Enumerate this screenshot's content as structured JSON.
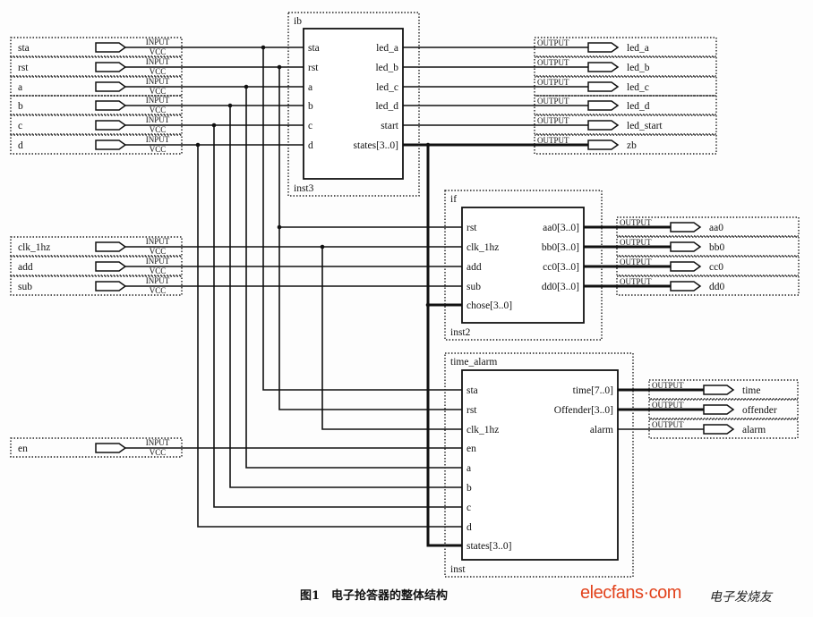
{
  "inputs_top": [
    "sta",
    "rst",
    "a",
    "b",
    "c",
    "d"
  ],
  "inputs_bottom": [
    "clk_1hz",
    "add",
    "sub"
  ],
  "input_en": "en",
  "pin_input_label": "INPUT",
  "pin_vcc_label": "VCC",
  "pin_output_label": "OUTPUT",
  "block_ib": {
    "name": "ib",
    "instance": "inst3",
    "inputs": [
      "sta",
      "rst",
      "a",
      "b",
      "c",
      "d"
    ],
    "outputs": [
      "led_a",
      "led_b",
      "led_c",
      "led_d",
      "start",
      "states[3..0]"
    ]
  },
  "block_if": {
    "name": "if",
    "instance": "inst2",
    "inputs": [
      "rst",
      "clk_1hz",
      "add",
      "sub",
      "chose[3..0]"
    ],
    "outputs": [
      "aa0[3..0]",
      "bb0[3..0]",
      "cc0[3..0]",
      "dd0[3..0]"
    ]
  },
  "block_time_alarm": {
    "name": "time_alarm",
    "instance": "inst",
    "inputs": [
      "sta",
      "rst",
      "clk_1hz",
      "en",
      "a",
      "b",
      "c",
      "d",
      "states[3..0]"
    ],
    "outputs": [
      "time[7..0]",
      "Offender[3..0]",
      "alarm"
    ]
  },
  "outputs_top": [
    "led_a",
    "led_b",
    "led_c",
    "led_d",
    "led_start",
    "zb"
  ],
  "outputs_mid": [
    "aa0",
    "bb0",
    "cc0",
    "dd0"
  ],
  "outputs_bottom": [
    "time",
    "offender",
    "alarm"
  ],
  "caption": "图1　电子抢答器的整体结构",
  "watermark": {
    "brand": "elecfans·com",
    "text": "电子发烧友"
  }
}
